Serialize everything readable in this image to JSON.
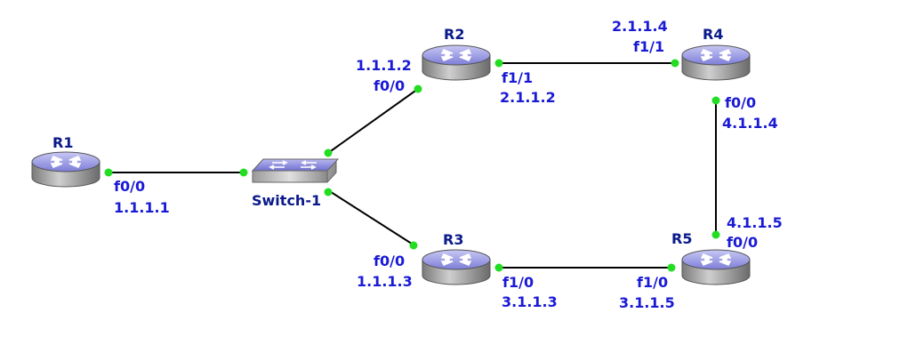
{
  "colors": {
    "label": "#1a1ad6",
    "device_label": "#0b1a8a",
    "link": "#000000",
    "port_dot": "#22dd22",
    "router_body": "#8c8ce0"
  },
  "devices": {
    "r1": "R1",
    "r2": "R2",
    "r3": "R3",
    "r4": "R4",
    "r5": "R5",
    "switch": "Switch-1"
  },
  "interfaces": {
    "r1_port": "f0/0",
    "r1_ip": "1.1.1.1",
    "r2_sw_ip": "1.1.1.2",
    "r2_sw_port": "f0/0",
    "r2_r4_port": "f1/1",
    "r2_r4_ip": "2.1.1.2",
    "r4_r2_ip": "2.1.1.4",
    "r4_r2_port": "f1/1",
    "r4_r5_port": "f0/0",
    "r4_r5_ip": "4.1.1.4",
    "r5_r4_ip": "4.1.1.5",
    "r5_r4_port": "f0/0",
    "r3_sw_port": "f0/0",
    "r3_sw_ip": "1.1.1.3",
    "r3_r5_port": "f1/0",
    "r3_r5_ip": "3.1.1.3",
    "r5_r3_port": "f1/0",
    "r5_r3_ip": "3.1.1.5"
  }
}
